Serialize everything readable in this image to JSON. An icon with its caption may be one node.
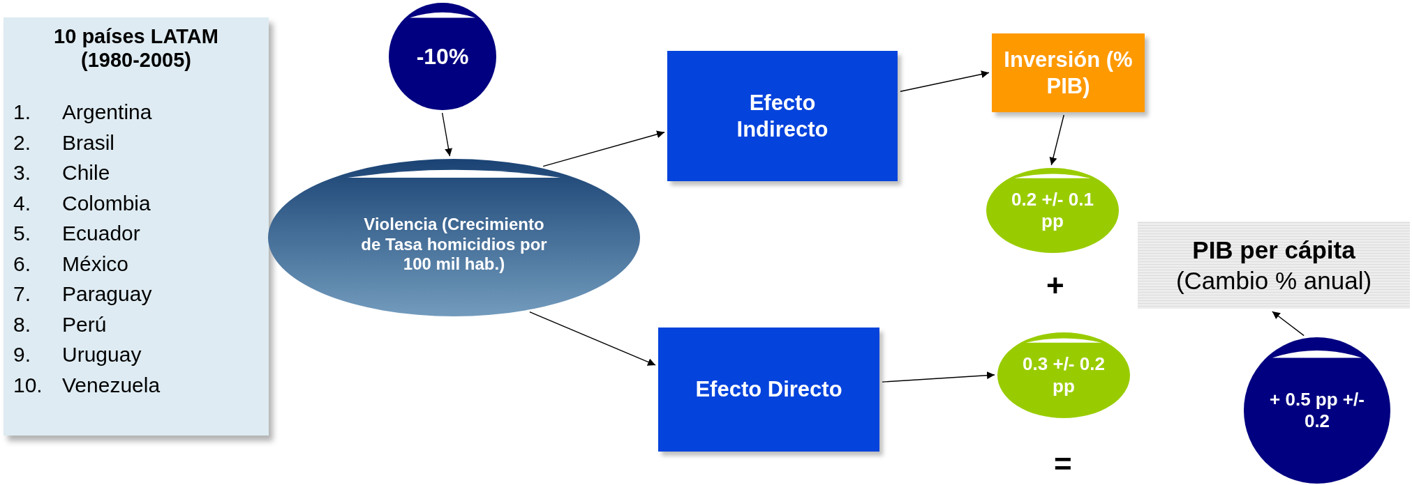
{
  "diagram": {
    "nodes": [
      {
        "text": [
          "10 países LATAM (1980-2005)",
          "1. Argentina",
          "2. Brasil",
          "3. Chile",
          "4. Colombia",
          "5. Ecuador",
          "6. México",
          "7. Paraguay",
          "8. Perú",
          "9. Uruguay",
          "10. Venezuela"
        ]
      },
      {
        "text": [
          "-10%"
        ]
      },
      {
        "text": [
          "Violencia (Crecimiento de Tasa homicidios por 100 mil hab.)"
        ]
      },
      {
        "text": [
          "Efecto Indirecto"
        ]
      },
      {
        "text": [
          "Efecto Directo"
        ]
      },
      {
        "text": [
          "Inversión (% PIB)"
        ]
      },
      {
        "text": [
          "0.2 +/- 0.1 pp"
        ]
      },
      {
        "text": [
          "0.3 +/- 0.2 pp"
        ]
      },
      {
        "text": [
          "PIB per cápita",
          "(Cambio % anual)"
        ]
      },
      {
        "text": [
          "+ 0.5 pp +/- 0.2"
        ]
      }
    ],
    "edges": [
      {
        "from": 1,
        "to": 2,
        "arrow": "to"
      },
      {
        "from": 2,
        "to": 3,
        "arrow": "to"
      },
      {
        "from": 2,
        "to": 4,
        "arrow": "to"
      },
      {
        "from": 3,
        "to": 5,
        "arrow": "to"
      },
      {
        "from": 5,
        "to": 6,
        "arrow": "to"
      },
      {
        "from": 4,
        "to": 7,
        "arrow": "to"
      },
      {
        "from": 9,
        "to": 8,
        "arrow": "to"
      }
    ],
    "labels": [
      "+",
      "="
    ]
  }
}
